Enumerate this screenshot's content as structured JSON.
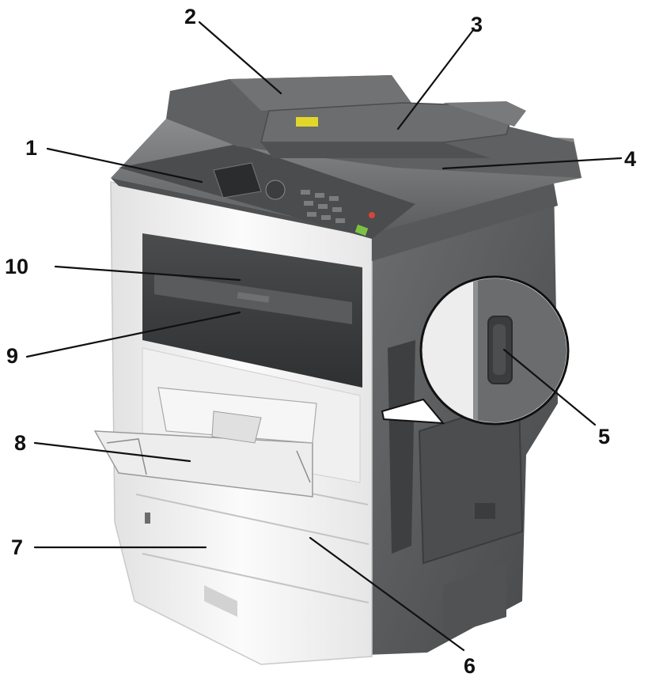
{
  "callouts": [
    {
      "id": "1",
      "label": "1"
    },
    {
      "id": "2",
      "label": "2"
    },
    {
      "id": "3",
      "label": "3"
    },
    {
      "id": "4",
      "label": "4"
    },
    {
      "id": "5",
      "label": "5"
    },
    {
      "id": "6",
      "label": "6"
    },
    {
      "id": "7",
      "label": "7"
    },
    {
      "id": "8",
      "label": "8"
    },
    {
      "id": "9",
      "label": "9"
    },
    {
      "id": "10",
      "label": "10"
    }
  ],
  "colors": {
    "body_white": "#f4f4f4",
    "body_gray": "#5d5f60",
    "dark_gray": "#3f4142",
    "display_green": "#7cc242",
    "accent_yellow": "#e2d62a",
    "accent_red": "#d9443a"
  }
}
